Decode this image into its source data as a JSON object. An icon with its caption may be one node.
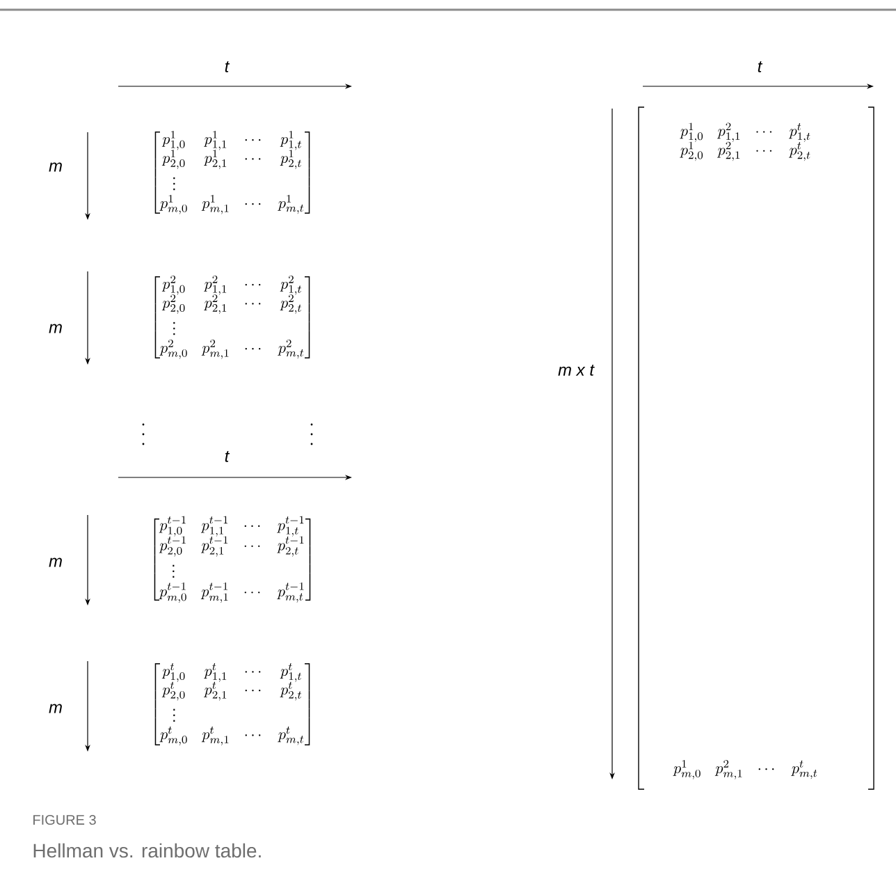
{
  "diagram": {
    "caption": "Hellman vs. rainbow table.",
    "labels": [
      "t",
      "m",
      "\\begin{bmatrix} p^{1}_{1,0} & p^{1}_{1,1} & \\cdots & p^{1}_{1,t} \\\\ p^{1}_{2,0} & p^{1}_{2,1} & \\cdots & p^{1}_{2,t} \\\\ \\vdots & & & \\\\ p^{1}_{m,0} & p^{1}_{m,1} & \\cdots & p^{1}_{m,t} \\end{bmatrix}",
      "m",
      "\\begin{bmatrix} p^{2}_{1,0} & p^{2}_{1,1} & \\cdots & p^{2}_{1,t} \\\\ p^{2}_{2,0} & p^{2}_{2,1} & \\cdots & p^{2}_{2,t} \\\\ \\vdots & & & \\\\ p^{2}_{m,0} & p^{2}_{m,1} & \\cdots & p^{2}_{m,t} \\end{bmatrix}",
      "t",
      "m",
      "\\begin{bmatrix} p^{t-1}_{1,0} & p^{t-1}_{1,1} & \\cdots & p^{t-1}_{1,t} \\\\ p^{t-1}_{2,0} & p^{t-1}_{2,1} & \\cdots & p^{t-1}_{2,t} \\\\ \\vdots & & & \\\\ p^{t-1}_{m,0} & p^{t-1}_{m,1} & \\cdots & p^{t-1}_{m,t} \\end{bmatrix}",
      "m",
      "\\begin{bmatrix} p^{t}_{1,0} & p^{t}_{1,1} & \\cdots & p^{t}_{1,t} \\\\ p^{t}_{2,0} & p^{t}_{2,1} & \\cdots & p^{t}_{2,t} \\\\ \\vdots & & & \\\\ p^{t}_{m,0} & p^{t}_{m,1} & \\cdots & p^{t}_{m,t} \\end{bmatrix}",
      "t",
      "m x t",
      "\\begin{array}{cccc} p^{1}_{1,0} & p^{2}_{1,1} & \\cdots & p^{t}_{1,t} \\\\ p^{1}_{2,0} & p^{2}_{2,1} & \\cdots & p^{t}_{2,t} \\end{array}",
      "\\begin{array}{cccc} p^{1}_{m,0} & p^{2}_{m,1} & \\cdots & p^{t}_{m,t} \\end{array}",
      "FIGURE 3"
    ]
  }
}
